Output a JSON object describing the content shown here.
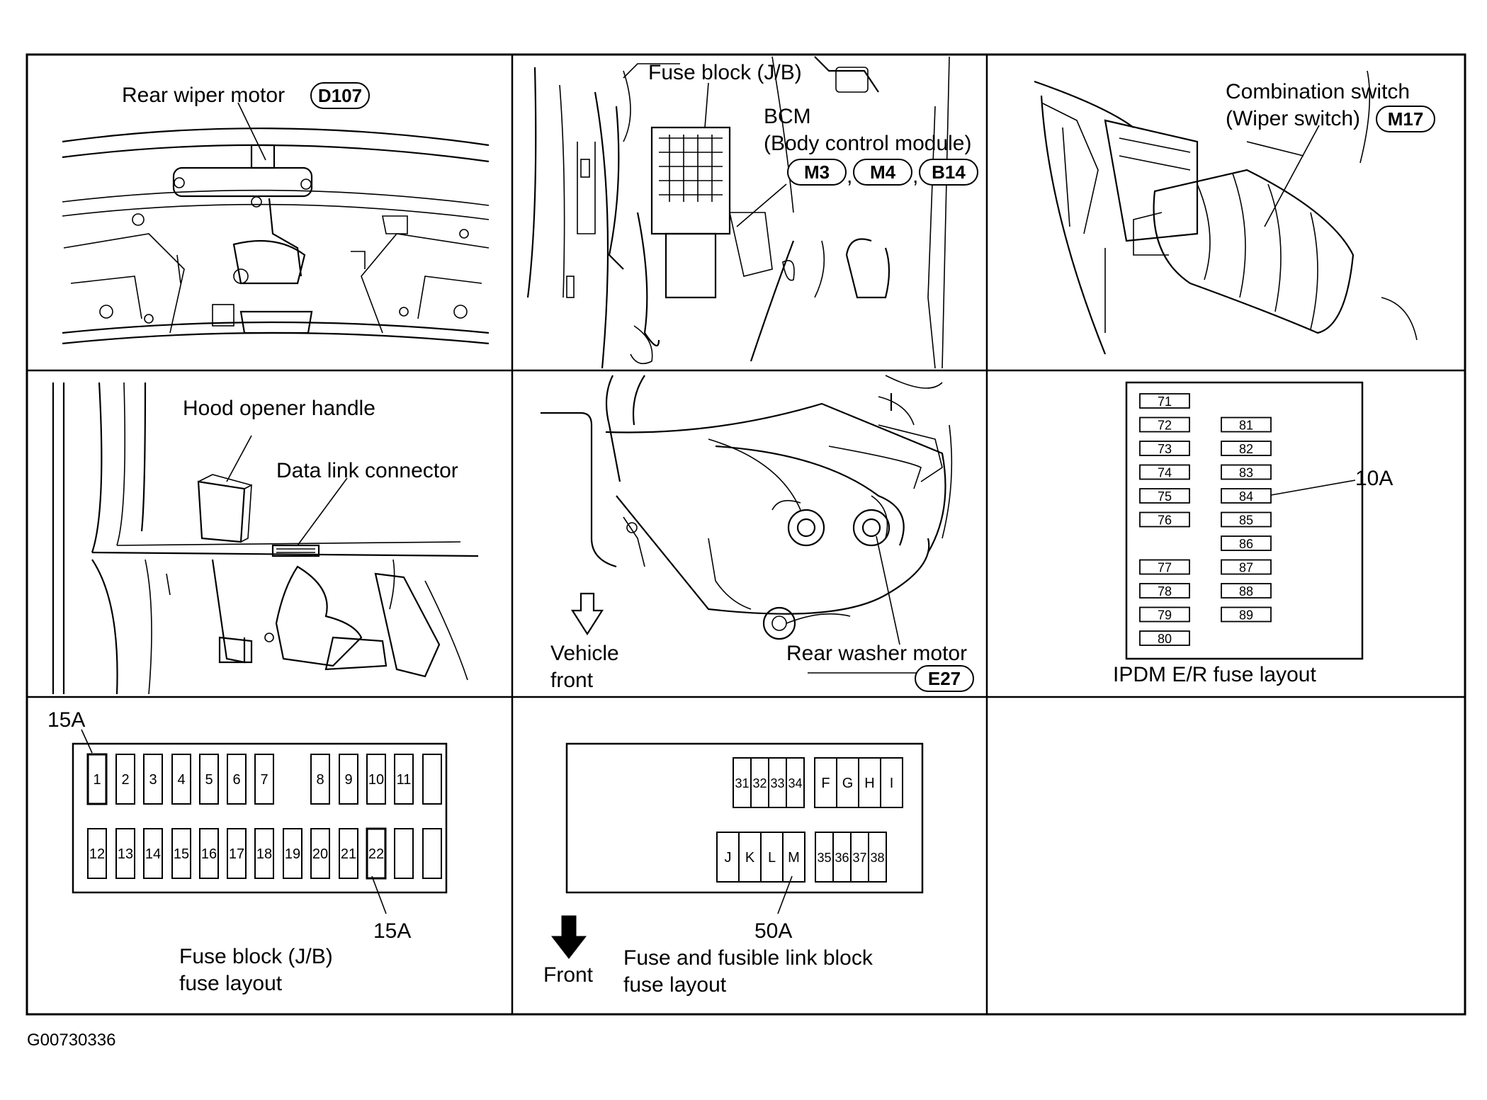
{
  "diagram_code": "G00730336",
  "panels": {
    "rear_wiper": {
      "label": "Rear wiper motor",
      "connector": "D107"
    },
    "fuse_block": {
      "label_fuse_block": "Fuse block (J/B)",
      "label_bcm": "BCM",
      "label_bcm_full": "(Body control module)",
      "connectors": [
        "M3",
        "M4",
        "B14"
      ],
      "separator": ","
    },
    "combination_switch": {
      "label_line1": "Combination switch",
      "label_line2": "(Wiper switch)",
      "connector": "M17"
    },
    "hood": {
      "label_hood": "Hood opener handle",
      "label_dlc": "Data link connector"
    },
    "washer": {
      "label_vehicle_front_1": "Vehicle",
      "label_vehicle_front_2": "front",
      "label_motor": "Rear washer motor",
      "connector": "E27"
    },
    "ipdm": {
      "left_col": [
        "71",
        "72",
        "73",
        "74",
        "75",
        "76",
        "77",
        "78",
        "79",
        "80"
      ],
      "right_col": [
        "81",
        "82",
        "83",
        "84",
        "85",
        "86",
        "87",
        "88",
        "89"
      ],
      "callout": "10A",
      "caption": "IPDM E/R fuse layout"
    },
    "jb_layout": {
      "top_row": [
        "1",
        "2",
        "3",
        "4",
        "5",
        "6",
        "7",
        "",
        "8",
        "9",
        "10",
        "11",
        ""
      ],
      "bottom_row": [
        "12",
        "13",
        "14",
        "15",
        "16",
        "17",
        "18",
        "19",
        "20",
        "21",
        "22",
        "",
        ""
      ],
      "callout_top": "15A",
      "callout_bottom": "15A",
      "caption_1": "Fuse block (J/B)",
      "caption_2": "fuse layout"
    },
    "fusible_link": {
      "top_small": [
        "31",
        "32",
        "33",
        "34"
      ],
      "top_large": [
        "F",
        "G",
        "H",
        "I"
      ],
      "bottom_large": [
        "J",
        "K",
        "L",
        "M"
      ],
      "bottom_small": [
        "35",
        "36",
        "37",
        "38"
      ],
      "callout": "50A",
      "front_label": "Front",
      "caption_1": "Fuse and fusible link block",
      "caption_2": "fuse layout"
    }
  }
}
